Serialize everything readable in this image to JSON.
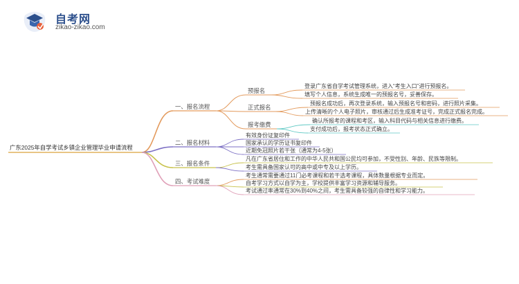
{
  "logo": {
    "title": "自考网",
    "url": "zikao-zikao.com"
  },
  "root": "广东2025年自学考试乡镇企业管理毕业申请流程",
  "branches": [
    {
      "label": "一、报名流程",
      "children": [
        {
          "label": "预报名",
          "children": [
            "登录广东省自学考试管理系统，进入“考生入口”进行预报名。",
            "填写个人信息，系统生成唯一的预报名号，妥善保存。"
          ]
        },
        {
          "label": "正式报名",
          "children": [
            "预报名成功后，再次登录系统，输入预报名号和密码，进行照片采集。",
            "上传清晰的个人电子照片，审核通过后生成准考证号，完成正式报名完成。"
          ]
        },
        {
          "label": "报考缴费",
          "children": [
            "确认所报考的课程和考区，输入科目代码与相关信息进行缴费。",
            "支付成功后，报考状态正式确立。"
          ]
        }
      ]
    },
    {
      "label": "二、报名材料",
      "children": [
        "有效身份证复印件",
        "国家承认的学历证书复印件",
        "近期免冠照片若干张（通常为4-5张）"
      ]
    },
    {
      "label": "三、报名条件",
      "children": [
        "凡在广东省居住和工作的中华人民共和国公民均可参加，不受性别、年龄、民族等限制。",
        "考生需具备国家认可的高中或中专及以上学历。"
      ]
    },
    {
      "label": "四、考试难度",
      "children": [
        "考生通常需要通过11门必考课程和若干选考课程，具体数量根据专业而定。",
        "自考学习方式以自学为主，学校提供丰富学习资源和辅导服务。",
        "考试通过率通常在30%到40%之间，考生需具备较强的自律性和学习能力。"
      ]
    }
  ]
}
